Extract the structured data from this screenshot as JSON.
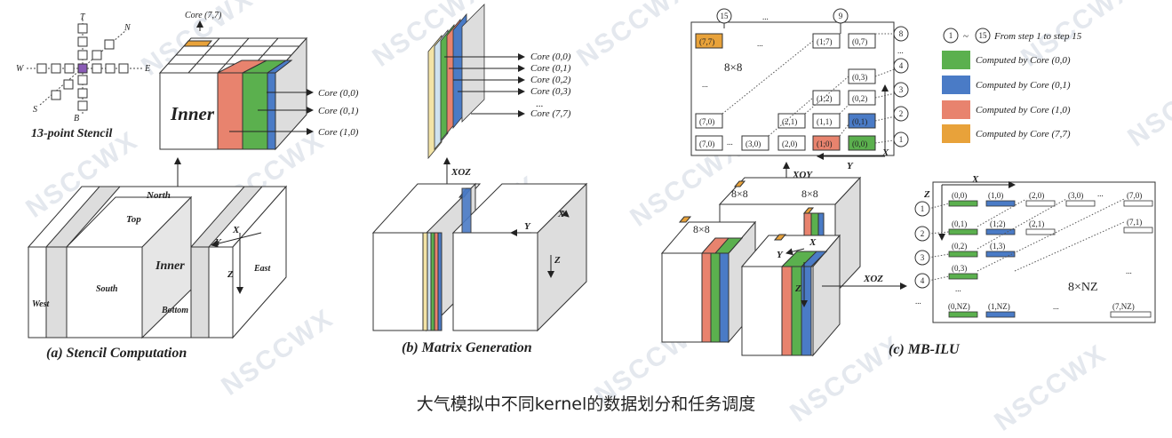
{
  "caption": "大气模拟中不同kernel的数据划分和任务调度",
  "watermark": "NSCCWX",
  "colors": {
    "green": "#5bb04e",
    "blue": "#4a7bc6",
    "salmon": "#e8836e",
    "orange": "#e8a23a",
    "yellow": "#f3e4a6",
    "purple": "#8a5bb6",
    "gray": "#d0d0d0",
    "line": "#222222"
  },
  "panel_a": {
    "title": "(a) Stencil Computation",
    "stencil_label": "13-point Stencil",
    "dirs": {
      "T": "T",
      "N": "N",
      "W": "W",
      "E": "E",
      "S": "S",
      "B": "B"
    },
    "core77": "Core (7,7)",
    "inner_big": "Inner",
    "cores": [
      "Core (0,0)",
      "Core (0,1)",
      "Core (1,0)"
    ],
    "faces": {
      "north": "North",
      "top": "Top",
      "west": "West",
      "south": "South",
      "bottom": "Bottom",
      "east": "East",
      "inner": "Inner"
    },
    "axes": {
      "x": "X",
      "y": "Y",
      "z": "Z"
    }
  },
  "panel_b": {
    "title": "(b) Matrix Generation",
    "cores": [
      "Core (0,0)",
      "Core (0,1)",
      "Core (0,2)",
      "Core (0,3)",
      "...",
      "Core (7,7)"
    ],
    "xoz": "XOZ",
    "axes": {
      "x": "X",
      "y": "Y",
      "z": "Z"
    }
  },
  "panel_c": {
    "title": "(c) MB-ILU",
    "top_grid": {
      "label": "8×8",
      "cells": {
        "c77": "(7,7)",
        "c17": "(1;7)",
        "c07": "(0,7)",
        "c03": "(0,3)",
        "c12": "(1;2)",
        "c02": "(0,2)",
        "c70": "(7,0)",
        "c21": "(2,1)",
        "c11": "(1,1)",
        "c01": "(0,1)",
        "r70": "(7,0)",
        "r30": "(3,0)",
        "r20": "(2,0)",
        "r10": "(1;0)",
        "r00": "(0,0)"
      },
      "dots": "...",
      "steps_top": [
        "15",
        "9"
      ],
      "steps_right": [
        "8",
        "4",
        "3",
        "2",
        "1"
      ],
      "x": "X",
      "y": "Y"
    },
    "legend": {
      "range_from": "1",
      "range_to": "15",
      "range_text": "From step 1 to step 15",
      "items": [
        {
          "label": "Computed by Core (0,0)",
          "color": "#5bb04e"
        },
        {
          "label": "Computed by Core (0,1)",
          "color": "#4a7bc6"
        },
        {
          "label": "Computed by Core (1,0)",
          "color": "#e8836e"
        },
        {
          "label": "Computed by Core (7,7)",
          "color": "#e8a23a"
        }
      ]
    },
    "cube_labels": [
      "8×8",
      "8×8",
      "8×8"
    ],
    "xoy": "XOY",
    "xoz": "XOZ",
    "axes": {
      "x": "X",
      "y": "Y",
      "z": "Z"
    },
    "bottom_grid": {
      "label": "8×NZ",
      "z": "Z",
      "x": "X",
      "row0": [
        "(0,0)",
        "(1,0)",
        "(2,0)",
        "(3,0)",
        "(7,0)"
      ],
      "row1": [
        "(0,1)",
        "(1;2)",
        "(2,1)",
        "(7,1)"
      ],
      "row2": [
        "(0,2)",
        "(1,3)"
      ],
      "row3": [
        "(0,3)"
      ],
      "row4": [
        "(0,NZ)",
        "(1,NZ)",
        "(7,NZ)"
      ],
      "steps": [
        "1",
        "2",
        "3",
        "4"
      ],
      "dots": "..."
    }
  }
}
